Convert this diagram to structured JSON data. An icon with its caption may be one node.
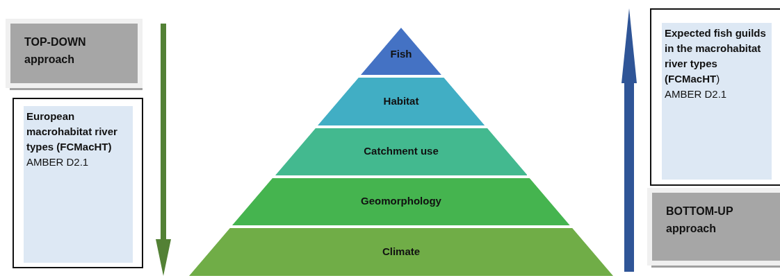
{
  "diagram": {
    "nodes": [
      {
        "text": [
          "TOP-DOWN approach"
        ]
      },
      {
        "text": [
          "European macrohabitat river types (FCMacHT)",
          "AMBER D2.1"
        ]
      },
      {
        "text": [
          "Fish"
        ]
      },
      {
        "text": [
          "Habitat"
        ]
      },
      {
        "text": [
          "Catchment use"
        ]
      },
      {
        "text": [
          "Geomorphology"
        ]
      },
      {
        "text": [
          "Climate"
        ]
      },
      {
        "text": [
          "**Expected fish guilds in the macrohabitat river types (FCMacHT**)",
          "AMBER D2.1"
        ]
      },
      {
        "text": [
          "BOTTOM-UP approach"
        ]
      }
    ],
    "edges": [
      {
        "from": 0,
        "to": 6,
        "arrow": "to",
        "style": "thick",
        "color": "#538135"
      },
      {
        "from": 6,
        "to": 7,
        "arrow": "to",
        "style": "thick",
        "color": "#2f5597"
      }
    ]
  }
}
